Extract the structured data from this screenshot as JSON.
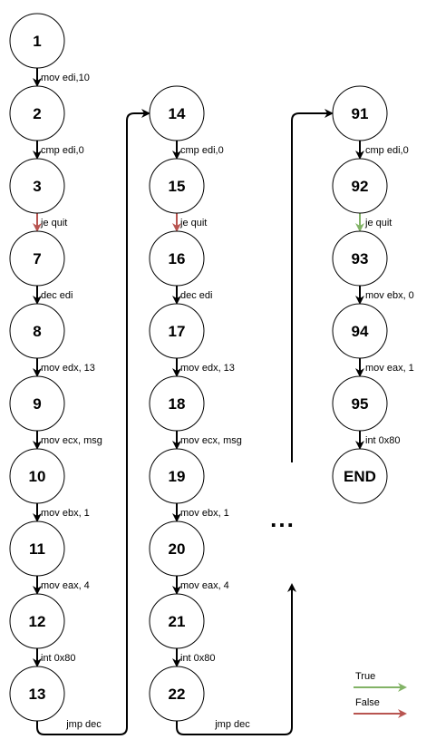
{
  "colors": {
    "default": "#000000",
    "true": "#82b366",
    "false": "#b85450"
  },
  "columns": [
    {
      "nodes": [
        "1",
        "2",
        "3",
        "7",
        "8",
        "9",
        "10",
        "11",
        "12",
        "13"
      ],
      "edges": [
        {
          "label": "mov edi,10",
          "kind": "default"
        },
        {
          "label": "cmp edi,0",
          "kind": "default"
        },
        {
          "label": "je quit",
          "kind": "false"
        },
        {
          "label": "dec edi",
          "kind": "default"
        },
        {
          "label": "mov edx, 13",
          "kind": "default"
        },
        {
          "label": "mov ecx, msg",
          "kind": "default"
        },
        {
          "label": "mov ebx, 1",
          "kind": "default"
        },
        {
          "label": "mov eax, 4",
          "kind": "default"
        },
        {
          "label": "int 0x80",
          "kind": "default"
        }
      ]
    },
    {
      "nodes": [
        "14",
        "15",
        "16",
        "17",
        "18",
        "19",
        "20",
        "21",
        "22"
      ],
      "edges": [
        {
          "label": "cmp edi,0",
          "kind": "default"
        },
        {
          "label": "je quit",
          "kind": "false"
        },
        {
          "label": "dec edi",
          "kind": "default"
        },
        {
          "label": "mov edx, 13",
          "kind": "default"
        },
        {
          "label": "mov ecx, msg",
          "kind": "default"
        },
        {
          "label": "mov ebx, 1",
          "kind": "default"
        },
        {
          "label": "mov eax, 4",
          "kind": "default"
        },
        {
          "label": "int 0x80",
          "kind": "default"
        }
      ]
    },
    {
      "nodes": [
        "91",
        "92",
        "93",
        "94",
        "95",
        "END"
      ],
      "edges": [
        {
          "label": "cmp edi,0",
          "kind": "default"
        },
        {
          "label": "je quit",
          "kind": "true"
        },
        {
          "label": "mov ebx, 0",
          "kind": "default"
        },
        {
          "label": "mov eax, 1",
          "kind": "default"
        },
        {
          "label": "int 0x80",
          "kind": "default"
        }
      ]
    }
  ],
  "connectors": [
    {
      "label": "jmp dec"
    },
    {
      "label": "jmp dec"
    }
  ],
  "ellipsis": "...",
  "legend": [
    {
      "label": "True",
      "kind": "true"
    },
    {
      "label": "False",
      "kind": "false"
    }
  ]
}
